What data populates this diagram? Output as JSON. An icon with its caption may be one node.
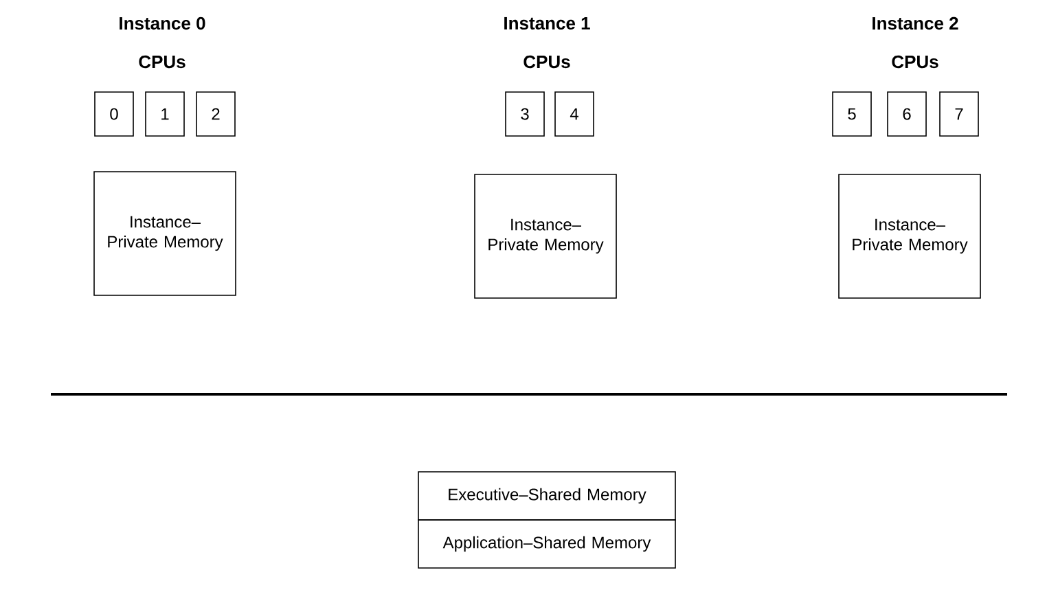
{
  "diagram": {
    "nodes": [
      {
        "text": [
          "0"
        ]
      },
      {
        "text": [
          "1"
        ]
      },
      {
        "text": [
          "2"
        ]
      },
      {
        "text": [
          "3"
        ]
      },
      {
        "text": [
          "4"
        ]
      },
      {
        "text": [
          "5"
        ]
      },
      {
        "text": [
          "6"
        ]
      },
      {
        "text": [
          "7"
        ]
      },
      {
        "text": [
          "Instance–Private Memory"
        ]
      },
      {
        "text": [
          "Instance–Private Memory"
        ]
      },
      {
        "text": [
          "Instance–Private Memory"
        ]
      },
      {
        "text": [
          "Executive–Shared Memory"
        ]
      },
      {
        "text": [
          "Application–Shared Memory"
        ]
      }
    ],
    "labels": [
      "Instance 0",
      "CPUs",
      "Instance 1",
      "CPUs",
      "Instance 2",
      "CPUs"
    ]
  }
}
